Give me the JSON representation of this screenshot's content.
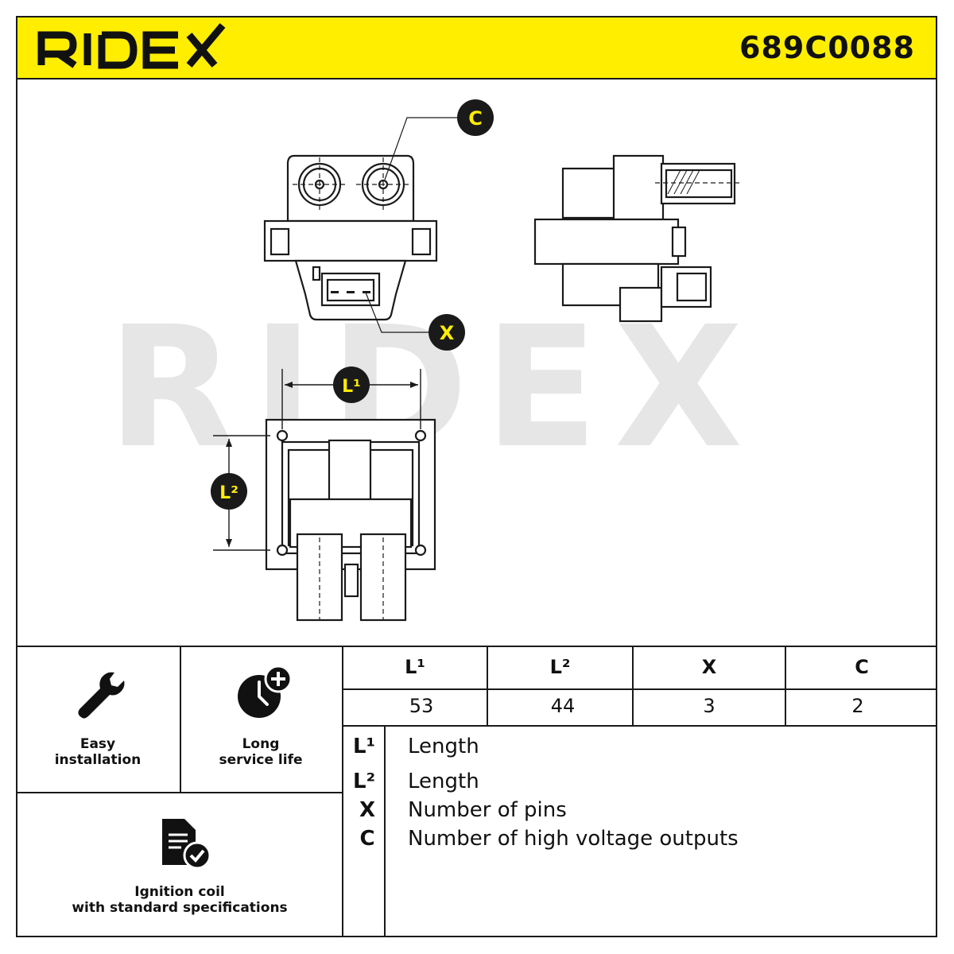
{
  "brand": "RIDEX",
  "part_number": "689C0088",
  "watermark": "RIDEX",
  "callouts": {
    "c": "C",
    "x": "X",
    "l1": "L¹",
    "l2": "L²"
  },
  "features": [
    {
      "icon": "wrench-icon",
      "label_line1": "Easy",
      "label_line2": "installation"
    },
    {
      "icon": "clock-plus-icon",
      "label_line1": "Long",
      "label_line2": "service life"
    },
    {
      "icon": "document-check-icon",
      "label_line1": "Ignition coil",
      "label_line2": "with standard specifications"
    }
  ],
  "specs": {
    "headers": [
      "L¹",
      "L²",
      "X",
      "C"
    ],
    "values": [
      "53",
      "44",
      "3",
      "2"
    ]
  },
  "legend": [
    {
      "key": "L¹",
      "desc": "Length"
    },
    {
      "key": "L²",
      "desc": "Length"
    },
    {
      "key": "X",
      "desc": "Number of pins"
    },
    {
      "key": "C",
      "desc": "Number of high voltage outputs"
    }
  ],
  "colors": {
    "accent": "#ffee00",
    "line": "#1a1a1a",
    "watermark": "#e6e6e6"
  }
}
